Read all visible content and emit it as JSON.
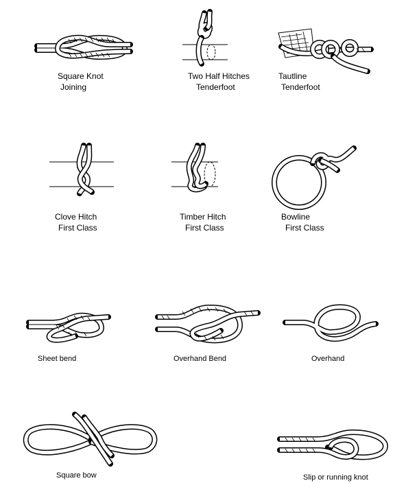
{
  "knots": [
    {
      "id": "square-knot",
      "name": "Square Knot",
      "rank": "Joining"
    },
    {
      "id": "two-half-hitches",
      "name": "Two Half Hitches",
      "rank": "Tenderfoot"
    },
    {
      "id": "tautline",
      "name": "Tautline",
      "rank": "Tenderfoot"
    },
    {
      "id": "clove-hitch",
      "name": "Clove Hitch",
      "rank": "First Class"
    },
    {
      "id": "timber-hitch",
      "name": "Timber Hitch",
      "rank": "First Class"
    },
    {
      "id": "bowline",
      "name": "Bowline",
      "rank": "First Class"
    },
    {
      "id": "sheet-bend",
      "name": "Sheet bend"
    },
    {
      "id": "overhand-bend",
      "name": "Overhand Bend"
    },
    {
      "id": "overhand",
      "name": "Overhand"
    },
    {
      "id": "square-bow",
      "name": "Square bow"
    },
    {
      "id": "slip-knot",
      "name": "Slip or running knot"
    }
  ]
}
